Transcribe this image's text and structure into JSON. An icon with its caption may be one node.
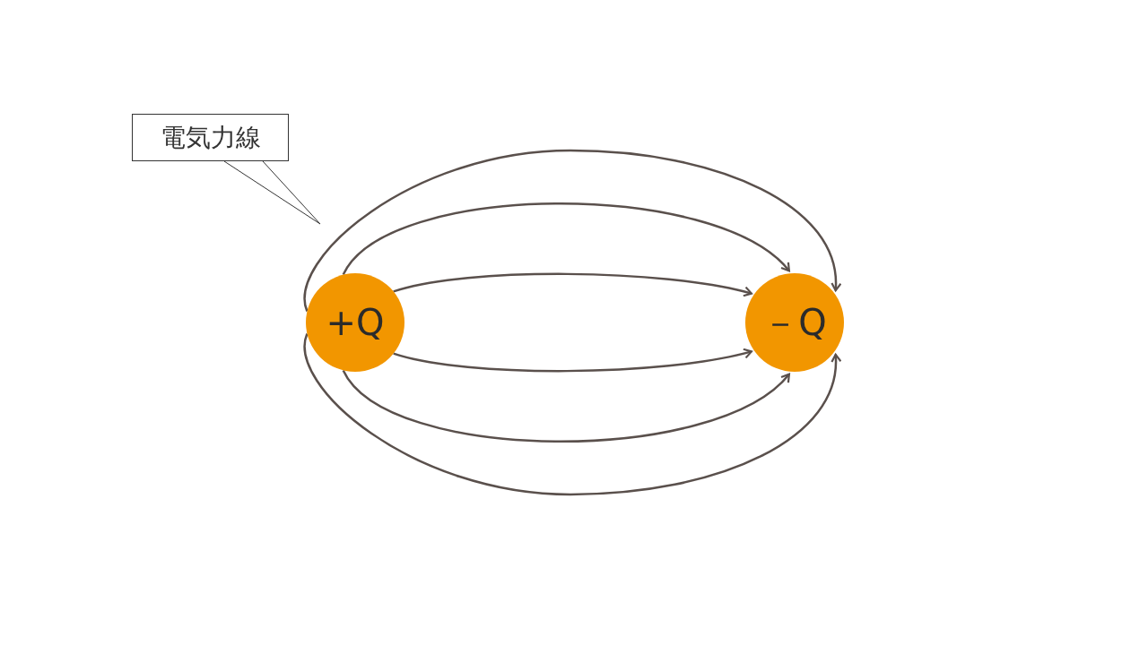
{
  "diagram": {
    "nodes": [
      {
        "text": [
          "電気力線"
        ]
      },
      {
        "text": [
          "+Q"
        ]
      },
      {
        "text": [
          "－Q"
        ]
      }
    ],
    "edges": [
      {
        "from": 0,
        "to": null,
        "arrow": "none"
      },
      {
        "from": 1,
        "to": 2,
        "arrow": "to"
      },
      {
        "from": 1,
        "to": 2,
        "arrow": "to"
      },
      {
        "from": 1,
        "to": 2,
        "arrow": "to"
      },
      {
        "from": 1,
        "to": 2,
        "arrow": "to"
      },
      {
        "from": 1,
        "to": 2,
        "arrow": "to"
      },
      {
        "from": 1,
        "to": 2,
        "arrow": "to"
      }
    ]
  }
}
